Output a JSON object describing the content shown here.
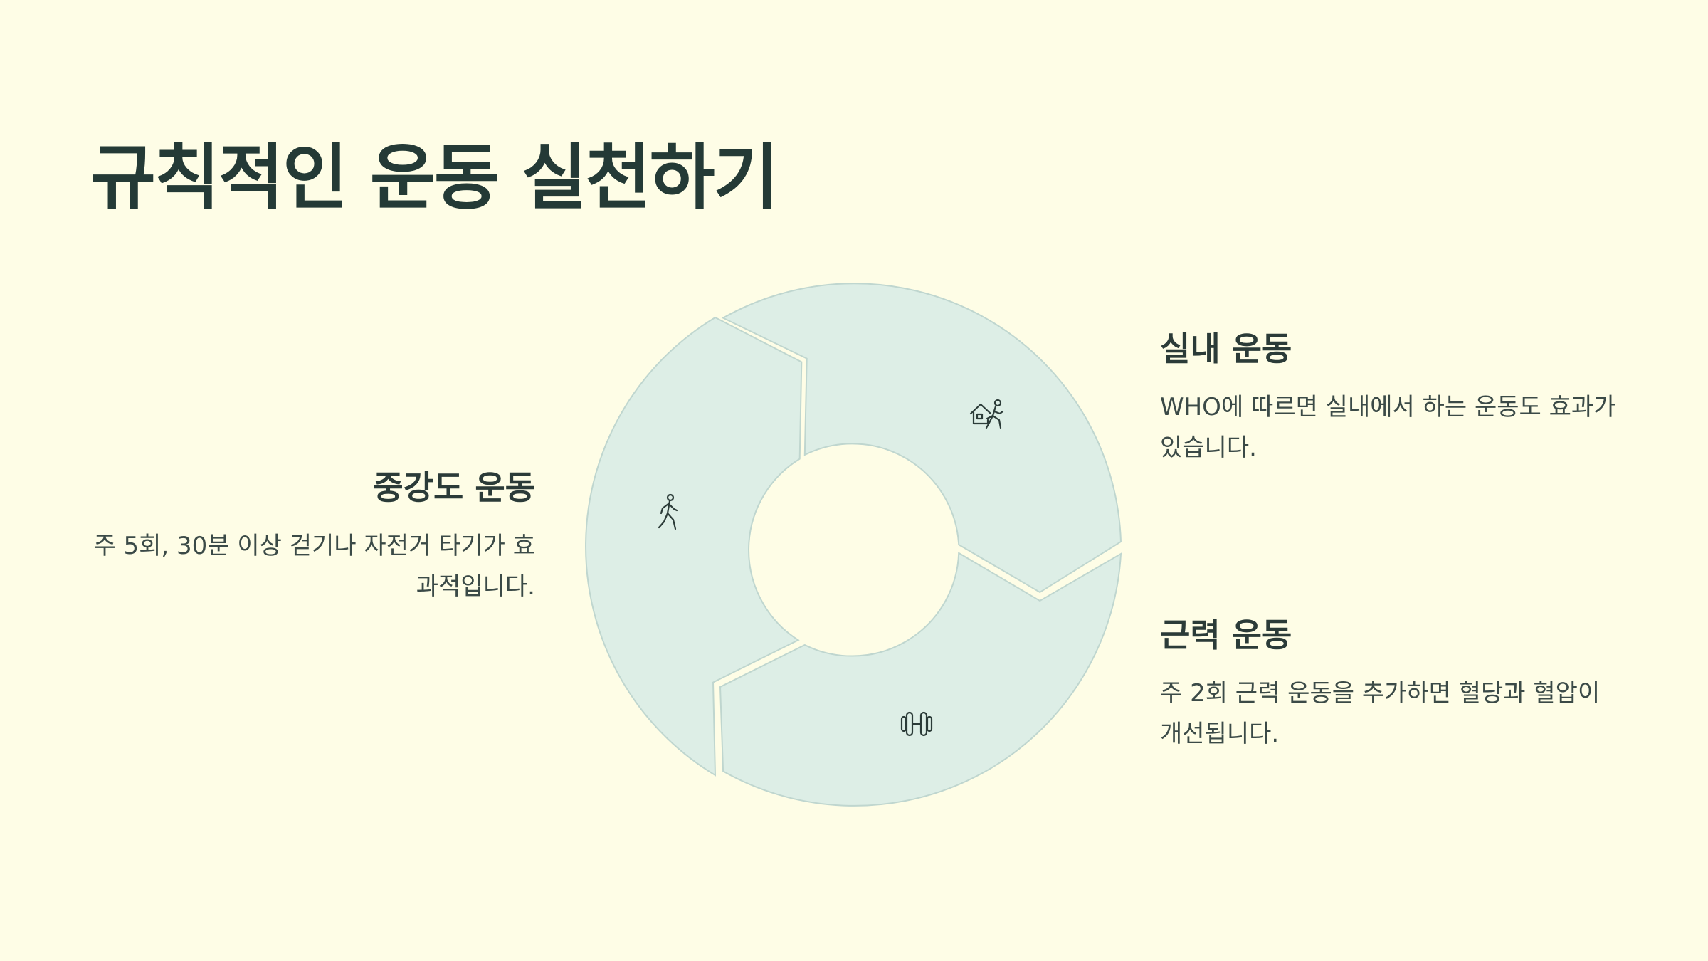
{
  "title": "규칙적인 운동 실천하기",
  "segments": [
    {
      "id": "indoor",
      "heading": "실내 운동",
      "description": "WHO에 따르면 실내에서 하는 운동도 효과가 있습니다.",
      "icon": "home-exercise-icon"
    },
    {
      "id": "strength",
      "heading": "근력 운동",
      "description": "주 2회 근력 운동을 추가하면 혈당과 혈압이 개선됩니다.",
      "icon": "dumbbell-icon"
    },
    {
      "id": "moderate",
      "heading": "중강도 운동",
      "description": "주 5회, 30분 이상 걷기나 자전거 타기가 효과적입니다.",
      "icon": "walking-person-icon"
    }
  ],
  "colors": {
    "background": "#fefde6",
    "segment_fill": "#ddeee6",
    "segment_stroke": "#bfd6cf",
    "text_dark": "#243a36"
  }
}
